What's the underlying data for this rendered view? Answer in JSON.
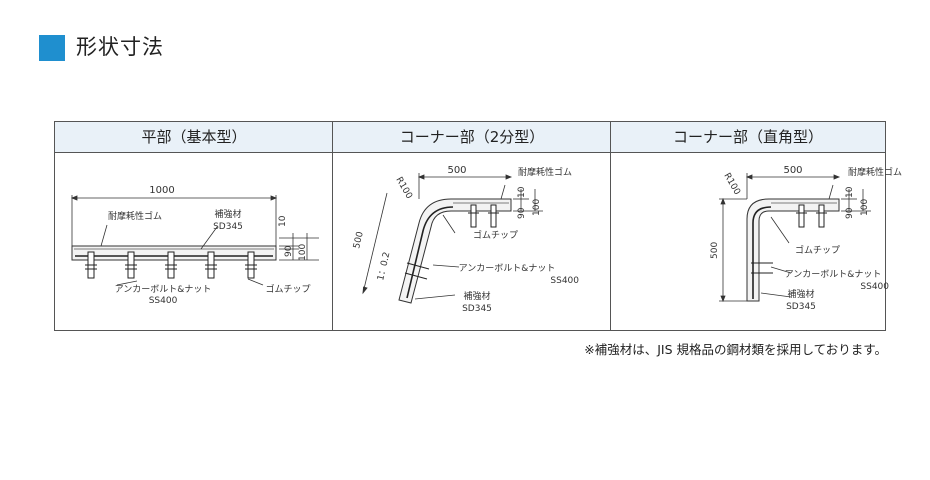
{
  "heading": {
    "title": "形状寸法"
  },
  "columns": [
    {
      "title": "平部（基本型）",
      "labels": {
        "width": "1000",
        "rubber": "耐摩耗性ゴム",
        "reinforce": "補強材",
        "reinforce_spec": "SD345",
        "dim_small": "10",
        "dim_mid": "90",
        "dim_total": "100",
        "anchor": "アンカーボルト&ナット",
        "anchor_spec": "SS400",
        "rubber_chip": "ゴムチップ"
      }
    },
    {
      "title": "コーナー部（2分型）",
      "labels": {
        "radius": "R100",
        "width": "500",
        "rubber": "耐摩耗性ゴム",
        "dim_small": "10",
        "dim_mid": "90",
        "dim_total": "100",
        "height": "500",
        "slope": "1：0.2",
        "rubber_chip": "ゴムチップ",
        "anchor": "アンカーボルト&ナット",
        "anchor_spec": "SS400",
        "reinforce": "補強材",
        "reinforce_spec": "SD345"
      }
    },
    {
      "title": "コーナー部（直角型）",
      "labels": {
        "radius": "R100",
        "width": "500",
        "rubber": "耐摩耗性ゴム",
        "dim_small": "10",
        "dim_mid": "90",
        "dim_total": "100",
        "height": "500",
        "rubber_chip": "ゴムチップ",
        "anchor": "アンカーボルト&ナット",
        "anchor_spec": "SS400",
        "reinforce": "補強材",
        "reinforce_spec": "SD345"
      }
    }
  ],
  "note": "※補強材は、JIS 規格品の鋼材類を採用しております。"
}
